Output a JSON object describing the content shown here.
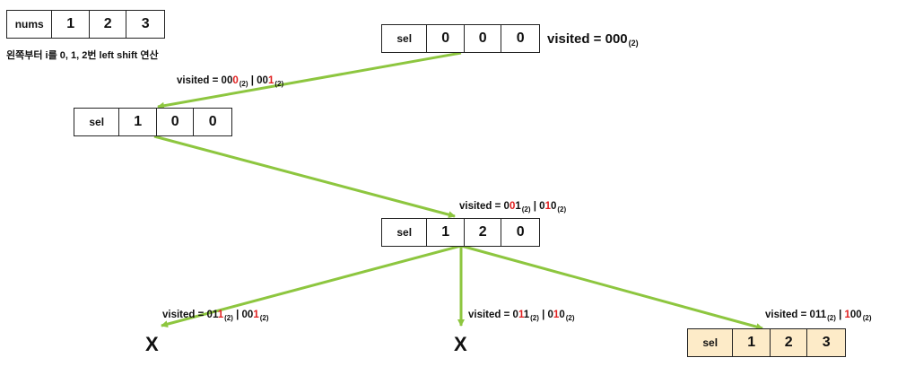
{
  "nums": [
    "nums",
    "1",
    "2",
    "3"
  ],
  "note": "왼쪽부터 i를 0, 1, 2번 left shift 연산",
  "nodes": {
    "root": [
      "sel",
      "0",
      "0",
      "0"
    ],
    "l1": [
      "sel",
      "1",
      "0",
      "0"
    ],
    "l2": [
      "sel",
      "1",
      "2",
      "0"
    ],
    "final": [
      "sel",
      "1",
      "2",
      "3"
    ]
  },
  "labels": {
    "root": {
      "prefix": "visited = ",
      "a": "000",
      "sub": "(2)"
    },
    "l1": {
      "prefix": "visited = ",
      "a_pre": "00",
      "a_hi": "0",
      "sub_a": "(2)",
      "sep": " | ",
      "b_pre": "00",
      "b_hi": "1",
      "sub_b": "(2)"
    },
    "l2": {
      "prefix": "visited = ",
      "a_pre": "0",
      "a_hi": "0",
      "a_post": "1",
      "sub_a": "(2)",
      "sep": " | ",
      "b_pre": "0",
      "b_hi": "1",
      "b_post": "0",
      "sub_b": "(2)"
    },
    "left": {
      "prefix": "visited = ",
      "a_pre": "01",
      "a_hi": "1",
      "sub_a": "(2)",
      "sep": " | ",
      "b_pre": "00",
      "b_hi": "1",
      "sub_b": "(2)"
    },
    "mid": {
      "prefix": "visited = ",
      "a_pre": "0",
      "a_hi": "1",
      "a_post": "1",
      "sub_a": "(2)",
      "sep": " | ",
      "b_pre": "0",
      "b_hi": "1",
      "b_post": "0",
      "sub_b": "(2)"
    },
    "right": {
      "prefix": "visited = ",
      "a": "011",
      "sub_a": "(2)",
      "sep": " | ",
      "b_hi": "1",
      "b_post": "00",
      "sub_b": "(2)"
    }
  },
  "x_marks": [
    "X",
    "X"
  ],
  "colors": {
    "edge": "#8dc63f",
    "highlight": "#e02020",
    "final_fill": "#fdebc8"
  }
}
